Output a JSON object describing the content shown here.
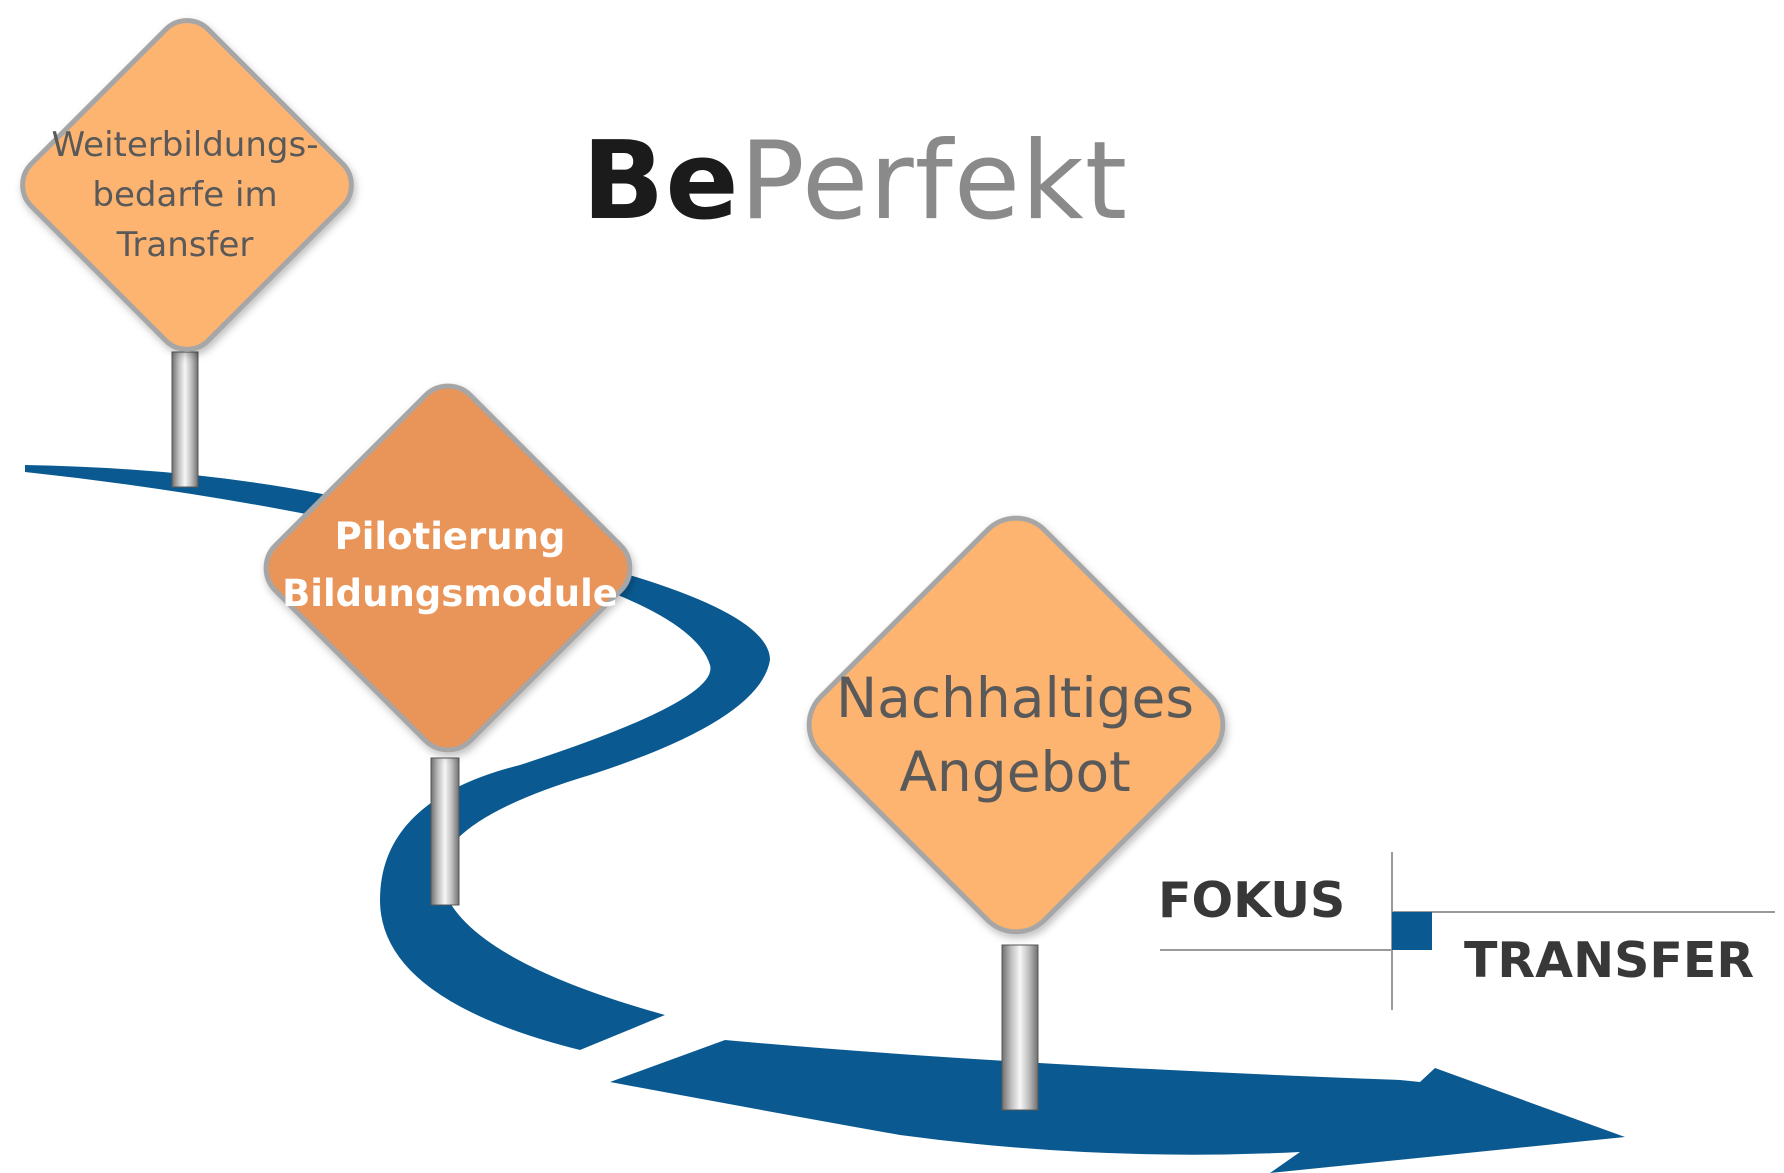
{
  "signs": [
    {
      "lines": [
        "Weiterbildungs-",
        "bedarfe im",
        "Transfer"
      ],
      "fill": "#fdb46f"
    },
    {
      "lines": [
        "Pilotierung",
        "Bildungsmodule"
      ],
      "fill": "#e9955a"
    },
    {
      "lines": [
        "Nachhaltiges",
        "Angebot"
      ],
      "fill": "#fdb46f"
    }
  ],
  "logos": {
    "beperfekt": {
      "be": "Be",
      "perfekt": "Perfekt"
    },
    "fokus_transfer": {
      "fokus": "FOKUS",
      "transfer": "TRANSFER"
    }
  },
  "colors": {
    "road": "#0a5a91",
    "sign_border": "#a6a6a6",
    "text_gray": "#595959",
    "logo_accent": "#0a5a91"
  }
}
